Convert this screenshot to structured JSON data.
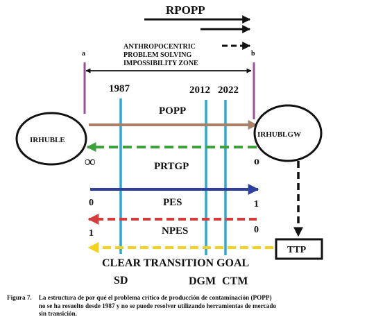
{
  "top": {
    "rpopp_label": "RPOPP",
    "zone_label_line1": "ANTHROPOCENTRIC",
    "zone_label_line2": "PROBLEM SOLVING",
    "zone_label_line3": "IMPOSSIBILITY ZONE",
    "marker_a": "a",
    "marker_b": "b"
  },
  "years": {
    "y1987": "1987",
    "y2012": "2012",
    "y2022": "2022"
  },
  "nodes": {
    "left": "IRHUBLE",
    "right": "IRHUBLGW",
    "ttp": "TTP"
  },
  "arrows": {
    "popp": "POPP",
    "prtgp": "PRTGP",
    "pes": "PES",
    "npes": "NPES"
  },
  "values": {
    "infinity": "∞",
    "zero_symbol": "o",
    "pes_left": "0",
    "pes_right": "1",
    "npes_left": "1",
    "npes_right": "0"
  },
  "bottom": {
    "goal": "CLEAR TRANSITION GOAL",
    "sd": "SD",
    "dgm": "DGM",
    "ctm": "CTM"
  },
  "colors": {
    "black": "#111111",
    "purple": "#9b4f9b",
    "cyan": "#2aa9d6",
    "brown": "#a8806a",
    "green": "#3fa13c",
    "blue": "#2f3f9e",
    "red": "#d43b3b",
    "yellow": "#f2d21c"
  },
  "caption": {
    "figure": "Figura 7.",
    "line1": "La estructura de por qué el problema crítico de producción de contaminación (POPP)",
    "line2": "no se ha resuelto desde 1987 y no se puede resolver utilizando herramientas de mercado",
    "line3": "sin transición."
  }
}
